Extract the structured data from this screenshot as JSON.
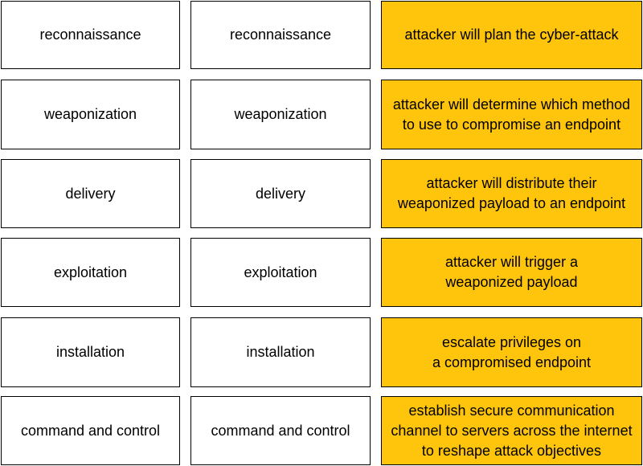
{
  "rows": [
    {
      "left_label": "reconnaissance",
      "right_label": "reconnaissance",
      "description": "attacker will plan the cyber-attack"
    },
    {
      "left_label": "weaponization",
      "right_label": "weaponization",
      "description": "attacker will determine which method\nto use to compromise an endpoint"
    },
    {
      "left_label": "delivery",
      "right_label": "delivery",
      "description": "attacker will distribute their\nweaponized payload to an endpoint"
    },
    {
      "left_label": "exploitation",
      "right_label": "exploitation",
      "description": "attacker will trigger a\nweaponized payload"
    },
    {
      "left_label": "installation",
      "right_label": "installation",
      "description": "escalate privileges on\na compromised endpoint"
    },
    {
      "left_label": "command and control",
      "right_label": "command and control",
      "description": "establish secure communication\nchannel to servers across the internet\nto reshape attack objectives"
    }
  ],
  "colors": {
    "description_fill": "#FFC40C",
    "border": "#000000",
    "label_fill": "#FFFFFF"
  }
}
